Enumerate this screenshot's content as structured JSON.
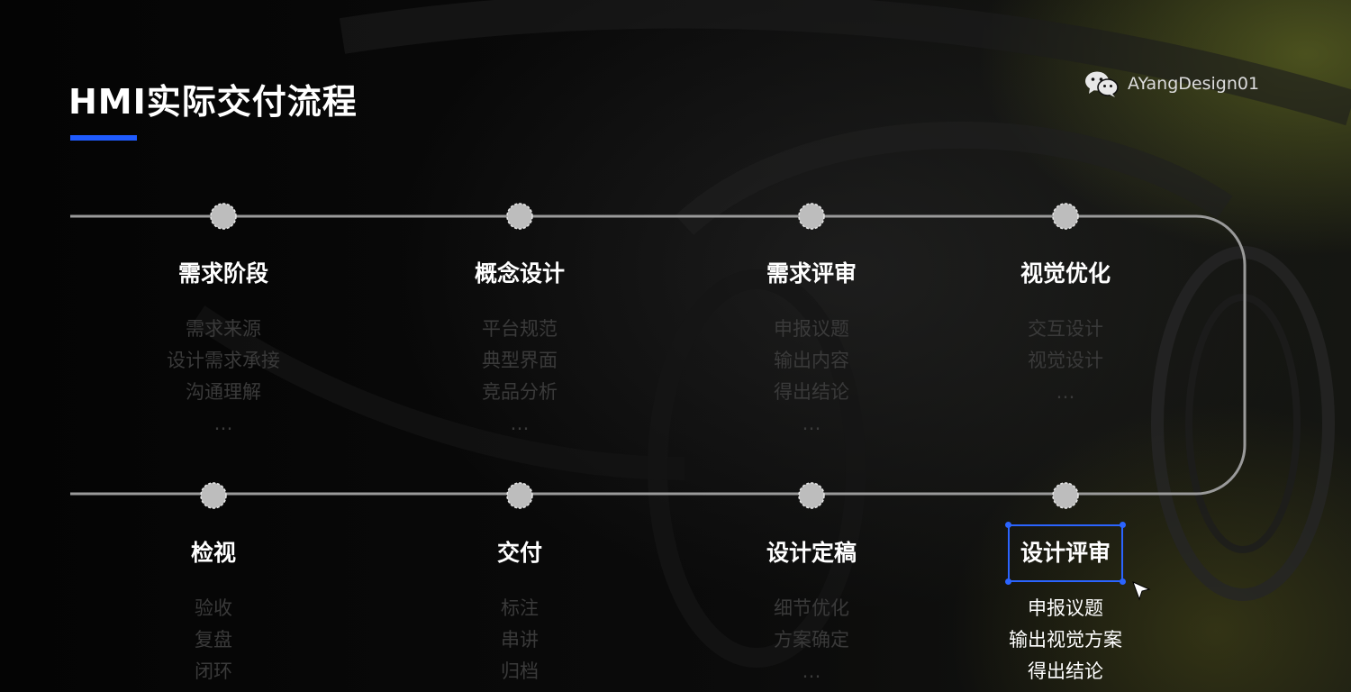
{
  "page": {
    "title": "HMI实际交付流程"
  },
  "brand": {
    "account": "AYangDesign01",
    "icon": "wechat-icon"
  },
  "stages": [
    {
      "title": "需求阶段",
      "items": [
        "需求来源",
        "设计需求承接",
        "沟通理解",
        "…"
      ]
    },
    {
      "title": "概念设计",
      "items": [
        "平台规范",
        "典型界面",
        "竞品分析",
        "…"
      ]
    },
    {
      "title": "需求评审",
      "items": [
        "申报议题",
        "输出内容",
        "得出结论",
        "…"
      ]
    },
    {
      "title": "视觉优化",
      "items": [
        "交互设计",
        "视觉设计",
        "…"
      ]
    },
    {
      "title": "检视",
      "items": [
        "验收",
        "复盘",
        "闭环"
      ]
    },
    {
      "title": "交付",
      "items": [
        "标注",
        "串讲",
        "归档"
      ]
    },
    {
      "title": "设计定稿",
      "items": [
        "细节优化",
        "方案确定",
        "…"
      ]
    },
    {
      "title": "设计评审",
      "items": [
        "申报议题",
        "输出视觉方案",
        "得出结论"
      ],
      "selected": true
    }
  ],
  "colors": {
    "accent": "#1f5bff",
    "selection": "#2b64ff",
    "muted_text": "#3a3a3a",
    "node": "#bdbdbd"
  }
}
